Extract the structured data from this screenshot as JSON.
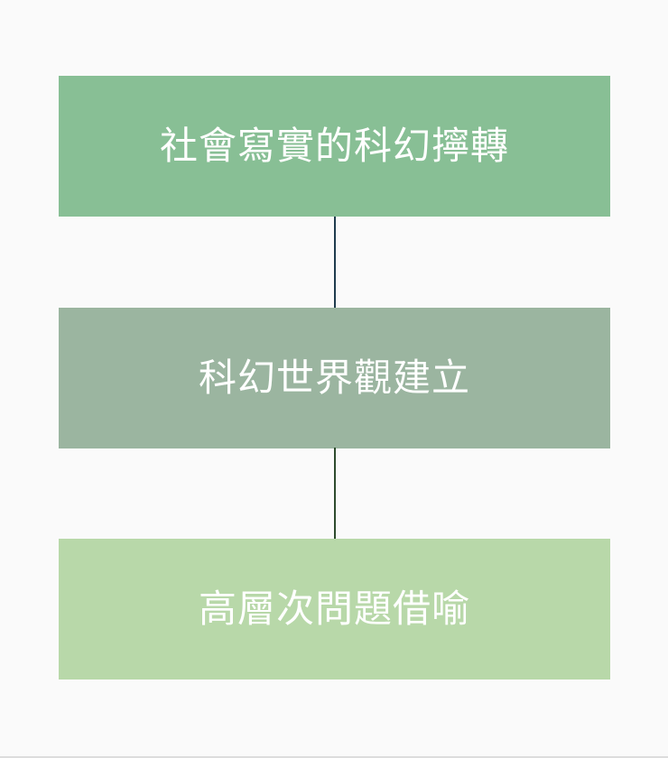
{
  "diagram": {
    "type": "vertical-flow",
    "background": "#fafafa",
    "nodes": [
      {
        "label": "社會寫實的科幻擰轉",
        "color": "#88bf95"
      },
      {
        "label": "科幻世界觀建立",
        "color": "#9bb5a0"
      },
      {
        "label": "高層次問題借喻",
        "color": "#b8d8a9"
      }
    ],
    "edges": [
      {
        "from": 0,
        "to": 1,
        "color": "#1f3b4d"
      },
      {
        "from": 1,
        "to": 2,
        "color": "#2d4a2d"
      }
    ]
  }
}
